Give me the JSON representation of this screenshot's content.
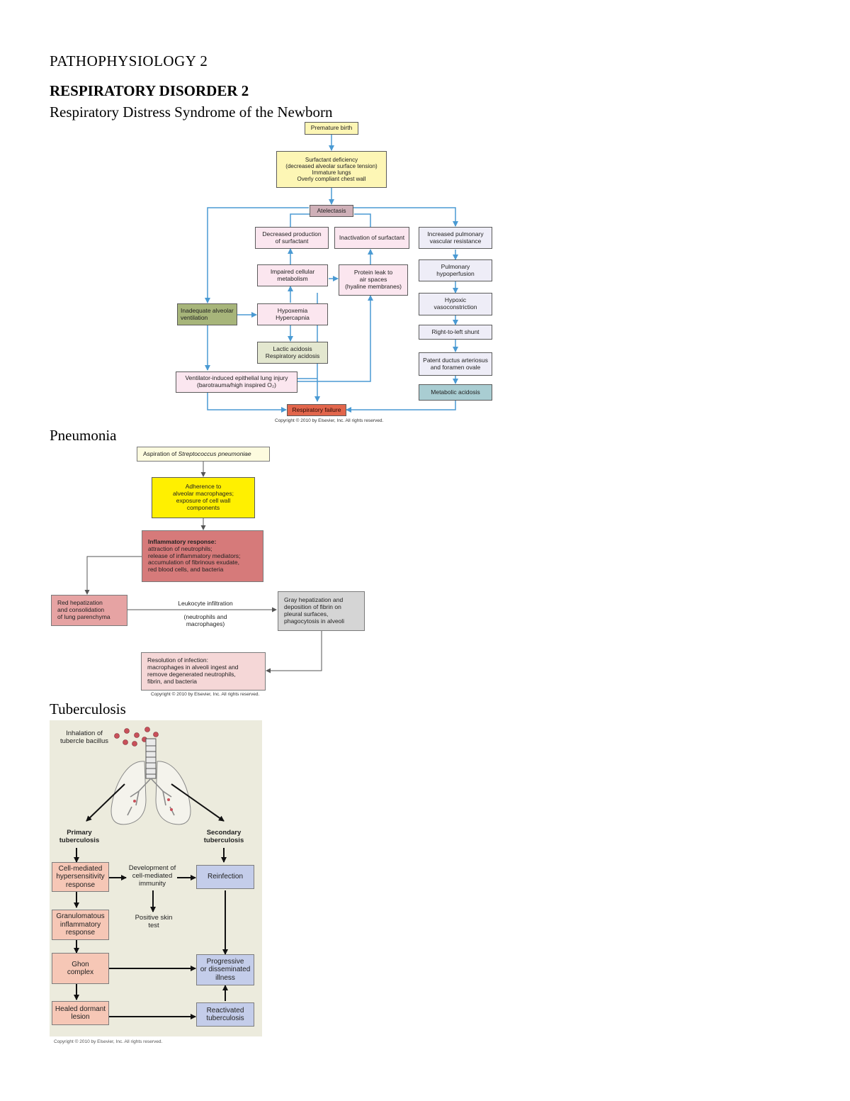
{
  "document": {
    "course": "PATHOPHYSIOLOGY 2",
    "heading": "RESPIRATORY DISORDER 2",
    "sections": {
      "rds": "Respiratory Distress Syndrome of the Newborn",
      "pneumonia": "Pneumonia",
      "tuberculosis": "Tuberculosis"
    }
  },
  "rds": {
    "boxes": {
      "premature": "Premature birth",
      "surfactant": "Surfactant deficiency\n(decreased alveolar surface tension)\nImmature lungs\nOverly compliant chest wall",
      "atelectasis": "Atelectasis",
      "decreased_prod": "Decreased production\nof surfactant",
      "inactivation": "Inactivation of surfactant",
      "pvr": "Increased pulmonary\nvascular resistance",
      "impaired": "Impaired cellular\nmetabolism",
      "protein": "Protein leak to\nair spaces\n(hyaline membranes)",
      "hypoperfusion": "Pulmonary\nhypoperfusion",
      "inadequate": "Inadequate alveolar\nventilation",
      "hypoxemia": "Hypoxemia\nHypercapnia",
      "vasoconstriction": "Hypoxic\nvasoconstriction",
      "shunt": "Right-to-left shunt",
      "lactic": "Lactic acidosis\nRespiratory acidosis",
      "pda": "Patent ductus arteriosus\nand foramen ovale",
      "ventilator": "Ventilator-induced epithelial lung injury\n(barotrauma/high inspired O₂)",
      "metabolic": "Metabolic acidosis",
      "failure": "Respiratory failure"
    },
    "copyright": "Copyright © 2010 by Elsevier, Inc. All rights reserved."
  },
  "pneumonia": {
    "aspiration_prefix": "Aspiration of ",
    "aspiration_organism": "Streptococcus pneumoniae",
    "adherence": "Adherence to\nalveolar macrophages;\nexposure of cell wall\ncomponents",
    "inflammatory_title": "Inflammatory response:",
    "inflammatory_body": "attraction of neutrophils;\nrelease of inflammatory mediators;\naccumulation of fibrinous exudate,\nred blood cells, and bacteria",
    "red_hep": "Red hepatization\nand consolidation\nof lung parenchyma",
    "leukocyte": "Leukocyte infiltration",
    "neutrophils": "(neutrophils and\nmacrophages)",
    "gray_hep": "Gray hepatization and\ndeposition of fibrin on\npleural surfaces,\nphagocytosis in alveoli",
    "resolution": "Resolution of infection:\nmacrophages in alveoli ingest and\nremove degenerated neutrophils,\nfibrin, and bacteria",
    "copyright": "Copyright © 2010 by Elsevier, Inc. All rights reserved."
  },
  "tuberculosis": {
    "inhalation": "Inhalation of\ntubercle bacillus",
    "primary": "Primary\ntuberculosis",
    "secondary": "Secondary\ntuberculosis",
    "cell_mediated": "Cell-mediated\nhypersensitivity\nresponse",
    "development": "Development of\ncell-mediated\nimmunity",
    "reinfection": "Reinfection",
    "granulomatous": "Granulomatous\ninflammatory\nresponse",
    "positive_skin": "Positive skin\ntest",
    "ghon": "Ghon\ncomplex",
    "progressive": "Progressive\nor disseminated\nillness",
    "healed": "Healed dormant\nlesion",
    "reactivated": "Reactivated\ntuberculosis",
    "copyright": "Copyright © 2010 by Elsevier, Inc. All rights reserved."
  },
  "colors": {
    "rds_yellow": "#fdf6b5",
    "rds_mauve": "#cfb0b8",
    "rds_pink": "#fbe6ef",
    "rds_lavender": "#eeedf7",
    "rds_green": "#a7b57a",
    "rds_lightgreen": "#e3e7cf",
    "rds_teal": "#a9cdd2",
    "rds_red": "#e2664c",
    "rds_arrow": "#4a9ad3",
    "pn_cream": "#fdfbdf",
    "pn_yellow": "#fff000",
    "pn_red": "#d67a7a",
    "pn_salmon": "#e6a3a3",
    "pn_gray": "#d5d5d5",
    "pn_pink": "#f5d7d7",
    "tb_background": "#ecebdd",
    "tb_salmon": "#f6c7b6",
    "tb_blue": "#c4cdea"
  }
}
